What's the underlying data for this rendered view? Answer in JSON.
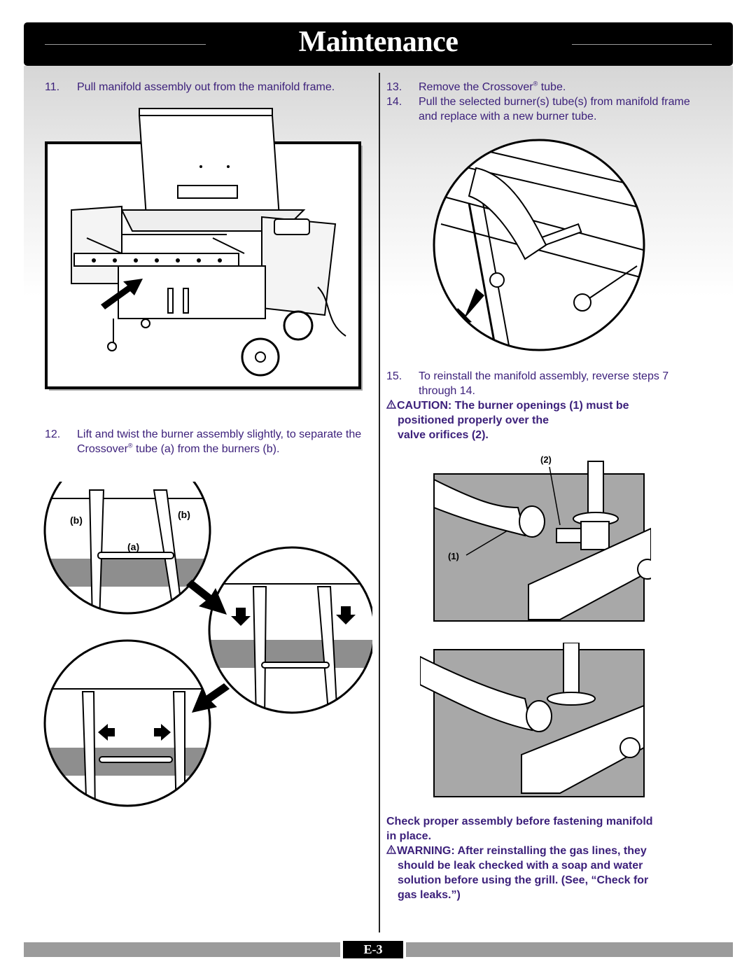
{
  "header": {
    "title": "Maintenance"
  },
  "left": {
    "step11": {
      "num": "11.",
      "text": "Pull manifold assembly out from the manifold frame."
    },
    "step12": {
      "num": "12.",
      "text_pre": "Lift and twist the burner assembly slightly, to separate the Crossover",
      "reg": "®",
      "text_post": " tube (a) from the burners (b)."
    },
    "fig2_labels": {
      "b_left": "(b)",
      "b_right": "(b)",
      "a": "(a)"
    }
  },
  "right": {
    "step13": {
      "num": "13.",
      "text_pre": "Remove the Crossover",
      "reg": "®",
      "text_post": " tube."
    },
    "step14": {
      "num": "14.",
      "text": "Pull the selected burner(s) tube(s) from manifold frame and replace with a new burner tube."
    },
    "step15": {
      "num": "15.",
      "text": "To reinstall the manifold assembly, reverse steps 7 through 14."
    },
    "caution": {
      "line1": "CAUTION: The burner openings (1) must be",
      "line2": "positioned properly over the",
      "line3": "valve orifices (2)."
    },
    "fig_labels": {
      "label2": "(2)",
      "label1": "(1)"
    },
    "check": {
      "line1": "Check proper assembly before fastening manifold",
      "line2": "in place."
    },
    "warning": {
      "line1": "WARNING: After reinstalling the gas lines, they",
      "line2": "should be leak checked with a soap and water",
      "line3": "solution before using the grill. (See, “Check for",
      "line4": "gas leaks.”)"
    }
  },
  "footer": {
    "page": "E-3"
  },
  "colors": {
    "text": "#3b1f7a",
    "header_bg": "#000000",
    "footer_bar": "#9b9b9b"
  },
  "icons": [
    "warning-triangle-icon",
    "arrow-icon"
  ]
}
